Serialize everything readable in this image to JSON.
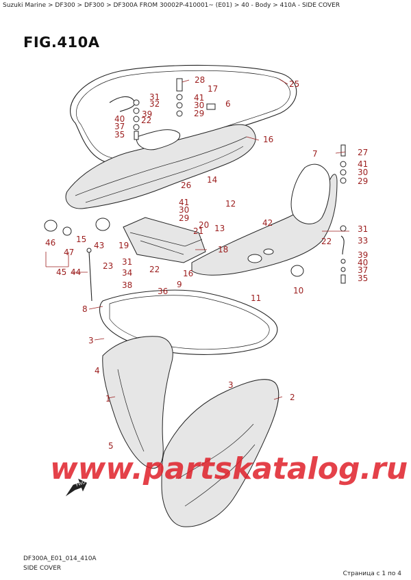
{
  "breadcrumb": "Suzuki Marine > DF300 > DF300 > DF300A FROM 30002P-410001~ (E01) > 40 - Body > 410A - SIDE COVER",
  "figure_title": "FIG.410A",
  "callouts": {
    "c25": "25",
    "c28": "28",
    "c17": "17",
    "c41a": "41",
    "c31a": "31",
    "c32": "32",
    "c30a": "30",
    "c6": "6",
    "c29a": "29",
    "c39a": "39",
    "c40a": "40",
    "c22a": "22",
    "c37a": "37",
    "c35a": "35",
    "c16": "16",
    "c7": "7",
    "c27": "27",
    "c41b": "41",
    "c30b": "30",
    "c29b": "29",
    "c26": "26",
    "c14": "14",
    "c41c": "41",
    "c12": "12",
    "c30c": "30",
    "c29c": "29",
    "c20": "20",
    "c21": "21",
    "c13": "13",
    "c42": "42",
    "c31b": "31",
    "c33": "33",
    "c22b": "22",
    "c46": "46",
    "c15": "15",
    "c43": "43",
    "c19": "19",
    "c47": "47",
    "c23": "23",
    "c18": "18",
    "c39b": "39",
    "c31c": "31",
    "c40b": "40",
    "c22c": "22",
    "c37b": "37",
    "c45": "45",
    "c34": "34",
    "c16b": "16",
    "c35b": "35",
    "c44": "44",
    "c38": "38",
    "c36": "36",
    "c9": "9",
    "c11": "11",
    "c10": "10",
    "c8": "8",
    "c3a": "3",
    "c4": "4",
    "c3b": "3",
    "c1": "1",
    "c2": "2",
    "c5": "5"
  },
  "watermark": "www.partskatalog.ru",
  "fwd_label": "FWD",
  "doc_code": "DF300A_E01_014_410A",
  "doc_caption": "SIDE COVER",
  "pager": "Страница с 1 по 4",
  "colors": {
    "callout": "#9b1c1c",
    "watermark": "#e0202a",
    "line": "#222222"
  }
}
